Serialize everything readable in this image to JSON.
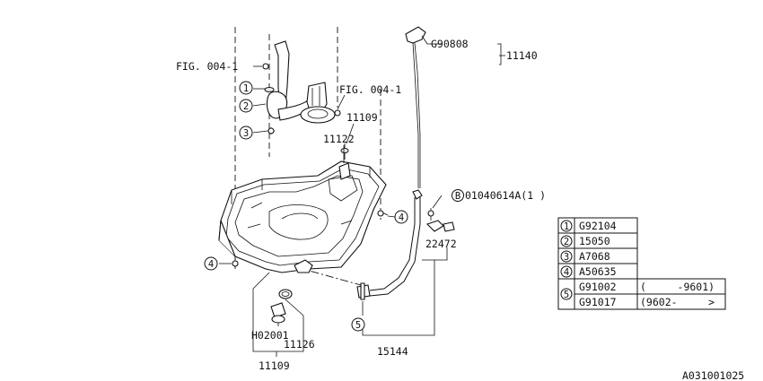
{
  "callouts": {
    "fig_left": "FIG. 004-1",
    "fig_right": "FIG. 004-1",
    "p11109_top": "11109",
    "p11122": "11122",
    "g90808": "G90808",
    "p11140": "11140",
    "bolt_b": "01040614A(1 )",
    "b_letter": "B",
    "p22472": "22472",
    "h02001": "H02001",
    "p11126": "11126",
    "p11109_bottom": "11109",
    "p15144": "15144"
  },
  "markers": {
    "m1": "1",
    "m2": "2",
    "m3": "3",
    "m4_right": "4",
    "m4_left": "4",
    "m5": "5"
  },
  "legend": {
    "rows": [
      {
        "num": "1",
        "part": "G92104"
      },
      {
        "num": "2",
        "part": "15050"
      },
      {
        "num": "3",
        "part": "A7068"
      },
      {
        "num": "4",
        "part": "A50635"
      }
    ],
    "row5": {
      "num": "5",
      "entries": [
        {
          "part": "G91002",
          "note": "(     -9601)"
        },
        {
          "part": "G91017",
          "note": "(9602-     >"
        }
      ]
    }
  },
  "diagram_id": "A031001025"
}
